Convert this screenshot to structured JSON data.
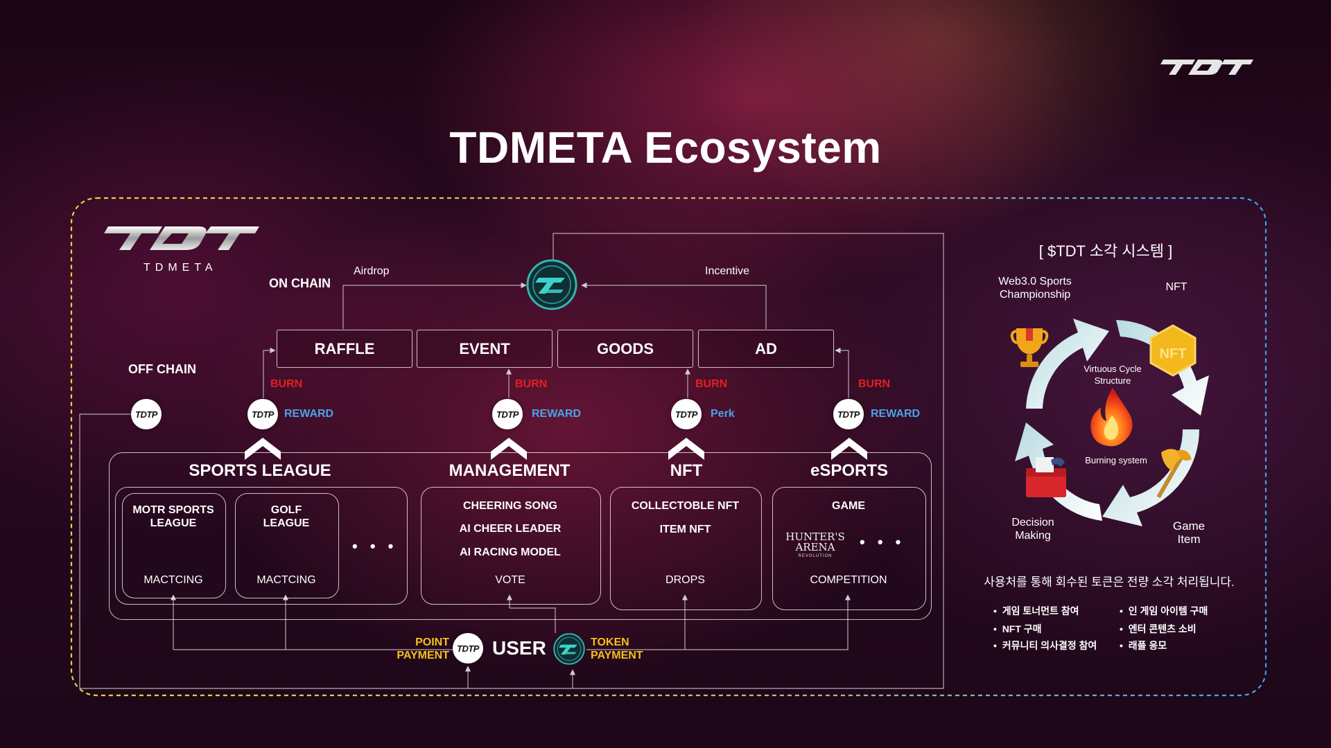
{
  "title": "TDMETA Ecosystem",
  "brand": {
    "sub": "TDMETA"
  },
  "flow": {
    "on_chain": "ON CHAIN",
    "off_chain": "OFF CHAIN",
    "airdrop": "Airdrop",
    "incentive": "Incentive",
    "channels": [
      "RAFFLE",
      "EVENT",
      "GOODS",
      "AD"
    ]
  },
  "tokens": {
    "tdtp_label": "TDTP",
    "burn": "BURN",
    "reward": "REWARD",
    "perk": "Perk"
  },
  "categories": {
    "sports": {
      "title": "SPORTS LEAGUE",
      "items": [
        {
          "name": "MOTR SPORTS\nLEAGUE",
          "sub": "MACTCING"
        },
        {
          "name": "GOLF\nLEAGUE",
          "sub": "MACTCING"
        }
      ],
      "more": "• • •"
    },
    "management": {
      "title": "MANAGEMENT",
      "items": [
        "CHEERING SONG",
        "AI CHEER LEADER",
        "AI RACING MODEL"
      ],
      "sub": "VOTE"
    },
    "nft": {
      "title": "NFT",
      "items": [
        "COLLECTOBLE NFT",
        "ITEM NFT"
      ],
      "sub": "DROPS"
    },
    "esports": {
      "title": "eSPORTS",
      "items": [
        "GAME"
      ],
      "game_logo": "HUNTER'S\nARENA",
      "game_logo_sub": "REVOLUTION",
      "more": "• • •",
      "sub": "COMPETITION"
    }
  },
  "user": {
    "label": "USER",
    "point_payment": "POINT\nPAYMENT",
    "token_payment": "TOKEN\nPAYMENT"
  },
  "burn_panel": {
    "title": "[ $TDT 소각 시스템 ]",
    "labels": {
      "web3": "Web3.0 Sports\nChampionship",
      "nft": "NFT",
      "virtuous": "Virtuous Cycle\nStructure",
      "burning": "Burning system",
      "decision": "Decision\nMaking",
      "game_item": "Game\nItem",
      "nft_badge": "NFT"
    },
    "note": "사용처를 통해 회수된 토큰은 전량 소각 처리됩니다.",
    "bullets_left": [
      "게임 토너먼트 참여",
      "NFT 구매",
      "커뮤니티 의사결정 참여"
    ],
    "bullets_right": [
      "인 게임 아이템 구매",
      "엔터 콘텐츠 소비",
      "래플 응모"
    ]
  },
  "colors": {
    "burn_red": "#e2201e",
    "reward_blue": "#4aa3e8",
    "payment_gold": "#f4c11a",
    "token_teal": "#2fb9b3",
    "border_yellow": "#f0d23a",
    "border_blue": "#3aa6e8"
  }
}
